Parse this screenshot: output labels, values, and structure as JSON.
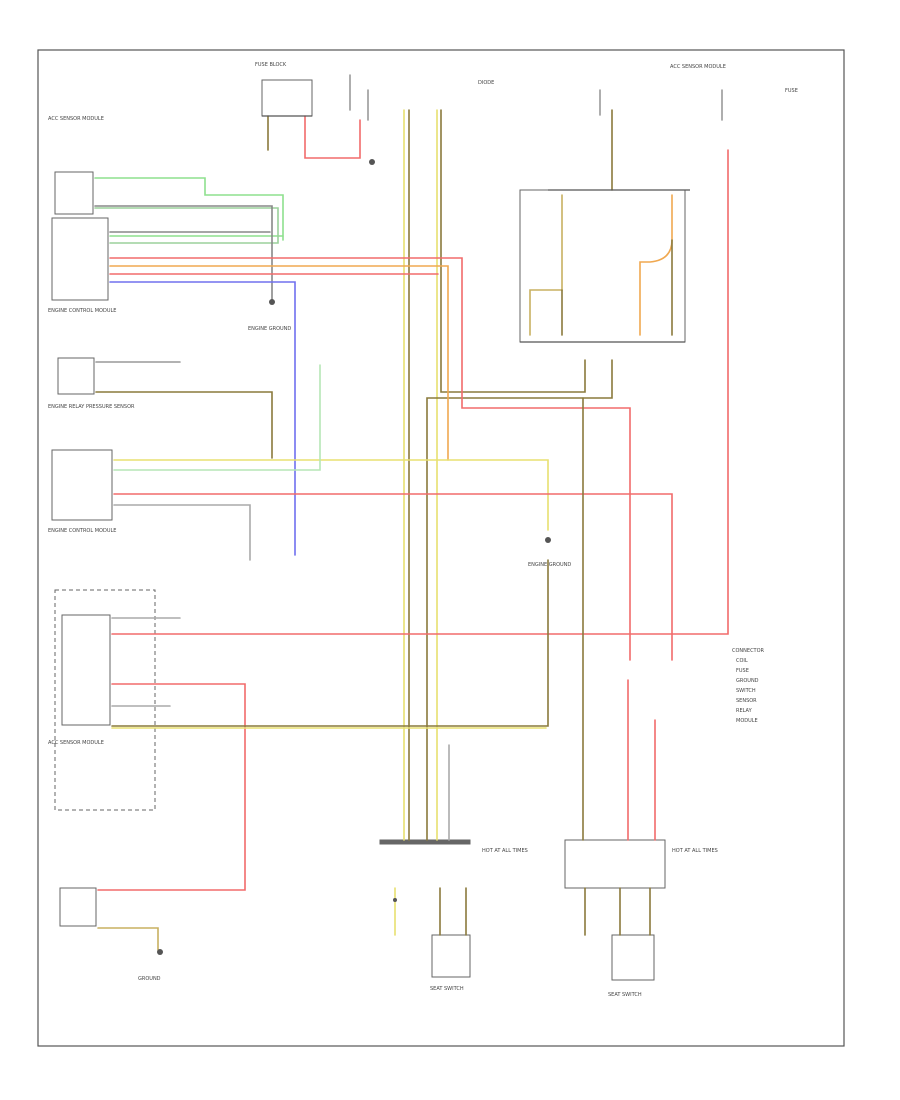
{
  "diagram": {
    "footer_code": "",
    "colors": {
      "red": "#f26b6b",
      "yellow": "#e8e070",
      "brown": "#8a7a3c",
      "green": "#8ee08e",
      "blue": "#7070ee",
      "orange": "#f0a850",
      "tan": "#c8b060",
      "gray": "#777777",
      "light": "#bdbdbd",
      "ink": "#555555"
    },
    "components": {
      "airbag_module": "ACC SENSOR MODULE",
      "engine_control_left": "ENGINE CONTROL MODULE",
      "engine_pressure_sensor": "ENGINE RELAY PRESSURE SENSOR",
      "engine_control_lower": "ENGINE CONTROL MODULE",
      "relay_module": "ACC SENSOR MODULE",
      "fuse_block": "FUSE BLOCK",
      "right_top_module": "ACC SENSOR MODULE",
      "diode": "DIODE",
      "ground_center": "ENGINE GROUND",
      "engine_shield": "ENGINE GROUND",
      "seat_left": "SEAT SWITCH",
      "seat_right": "SEAT SWITCH",
      "ground_bottom": "GROUND",
      "hot_left": "HOT AT ALL TIMES",
      "hot_right": "HOT AT ALL TIMES",
      "fuse_top_right": "FUSE",
      "legend_title": "CONNECTOR"
    },
    "legend_items": [
      "COIL",
      "FUSE",
      "GROUND",
      "SWITCH",
      "SENSOR",
      "RELAY",
      "MODULE"
    ]
  }
}
